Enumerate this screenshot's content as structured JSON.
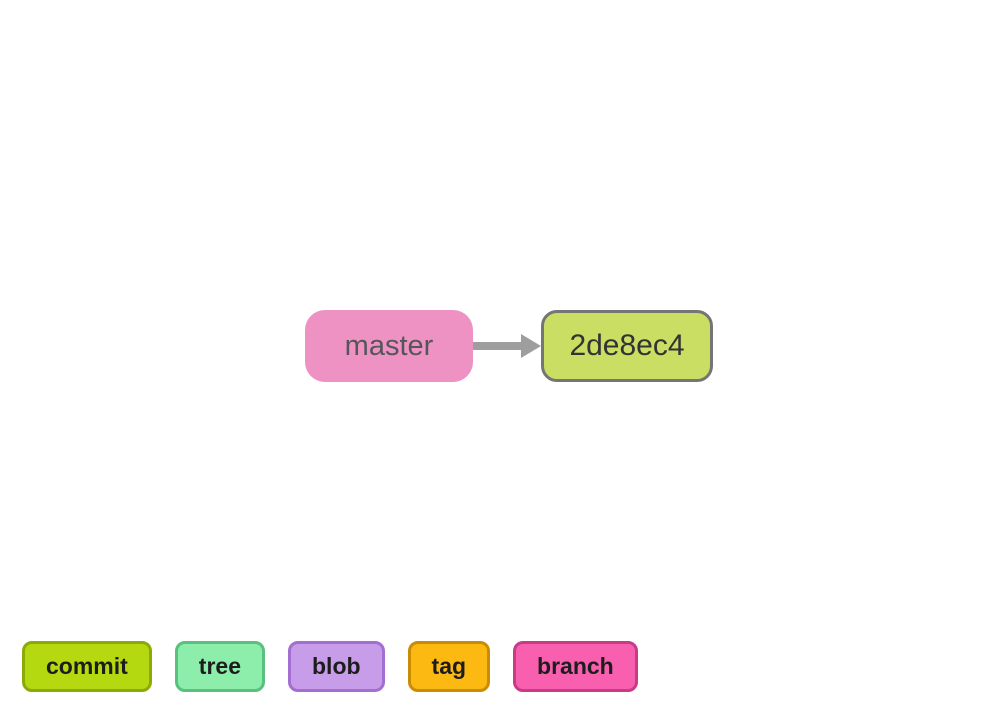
{
  "graph": {
    "branch_node": {
      "label": "master",
      "fill": "#ee92c3",
      "text_color": "#55555a"
    },
    "arrow": {
      "color": "#9e9e9e"
    },
    "commit_node": {
      "label": "2de8ec4",
      "fill": "#c9de63",
      "border": "#757575",
      "text_color": "#333333"
    }
  },
  "legend": {
    "text_color": "#1d1d1d",
    "items": [
      {
        "label": "commit",
        "fill": "#b4d911",
        "border": "#8caa05"
      },
      {
        "label": "tree",
        "fill": "#8deeab",
        "border": "#58c17e"
      },
      {
        "label": "blob",
        "fill": "#c79ce8",
        "border": "#a26ed2"
      },
      {
        "label": "tag",
        "fill": "#fcb912",
        "border": "#ca8c04"
      },
      {
        "label": "branch",
        "fill": "#f85fae",
        "border": "#c93b84"
      }
    ]
  }
}
